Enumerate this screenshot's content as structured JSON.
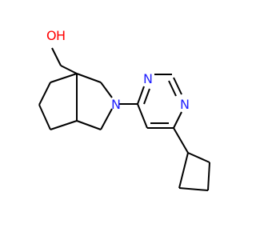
{
  "labels": {
    "hydroxyl_o": "O",
    "hydroxyl_h": "H",
    "pyrrolidine_n": "N",
    "pyrimidine_n_top": "N",
    "pyrimidine_n_right": "N"
  },
  "colors": {
    "carbon_bonds": "#000000",
    "nitrogen": "#1f1fff",
    "oxygen": "#ff0000"
  }
}
